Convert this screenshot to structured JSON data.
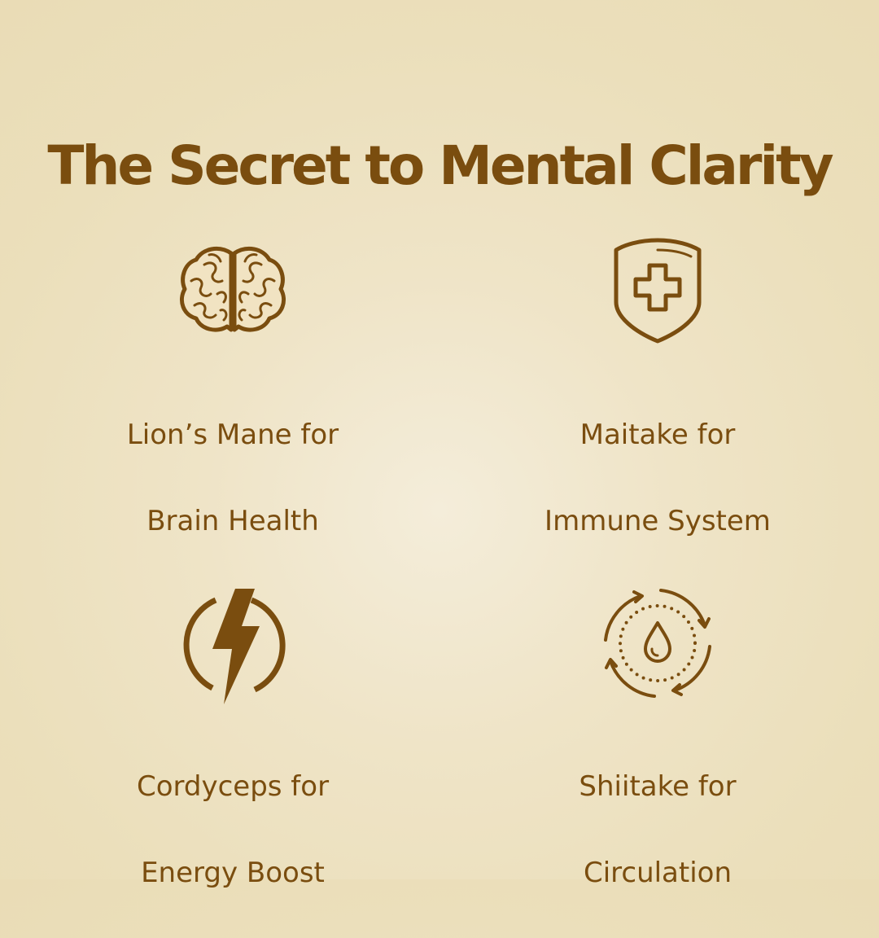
{
  "title": "The Secret to Mental Clarity",
  "colors": {
    "accent": "#7a4d0f",
    "brain_fill": "#f1e3c2",
    "background": "#efe4c7"
  },
  "items": [
    {
      "icon": "brain-icon",
      "line1": "Lion’s Mane for",
      "line2": "Brain Health"
    },
    {
      "icon": "shield-cross-icon",
      "line1": "Maitake for",
      "line2": "Immune System"
    },
    {
      "icon": "lightning-bolt-icon",
      "line1": "Cordyceps for",
      "line2": "Energy Boost"
    },
    {
      "icon": "circulation-drop-icon",
      "line1": "Shiitake for",
      "line2": "Circulation"
    }
  ]
}
